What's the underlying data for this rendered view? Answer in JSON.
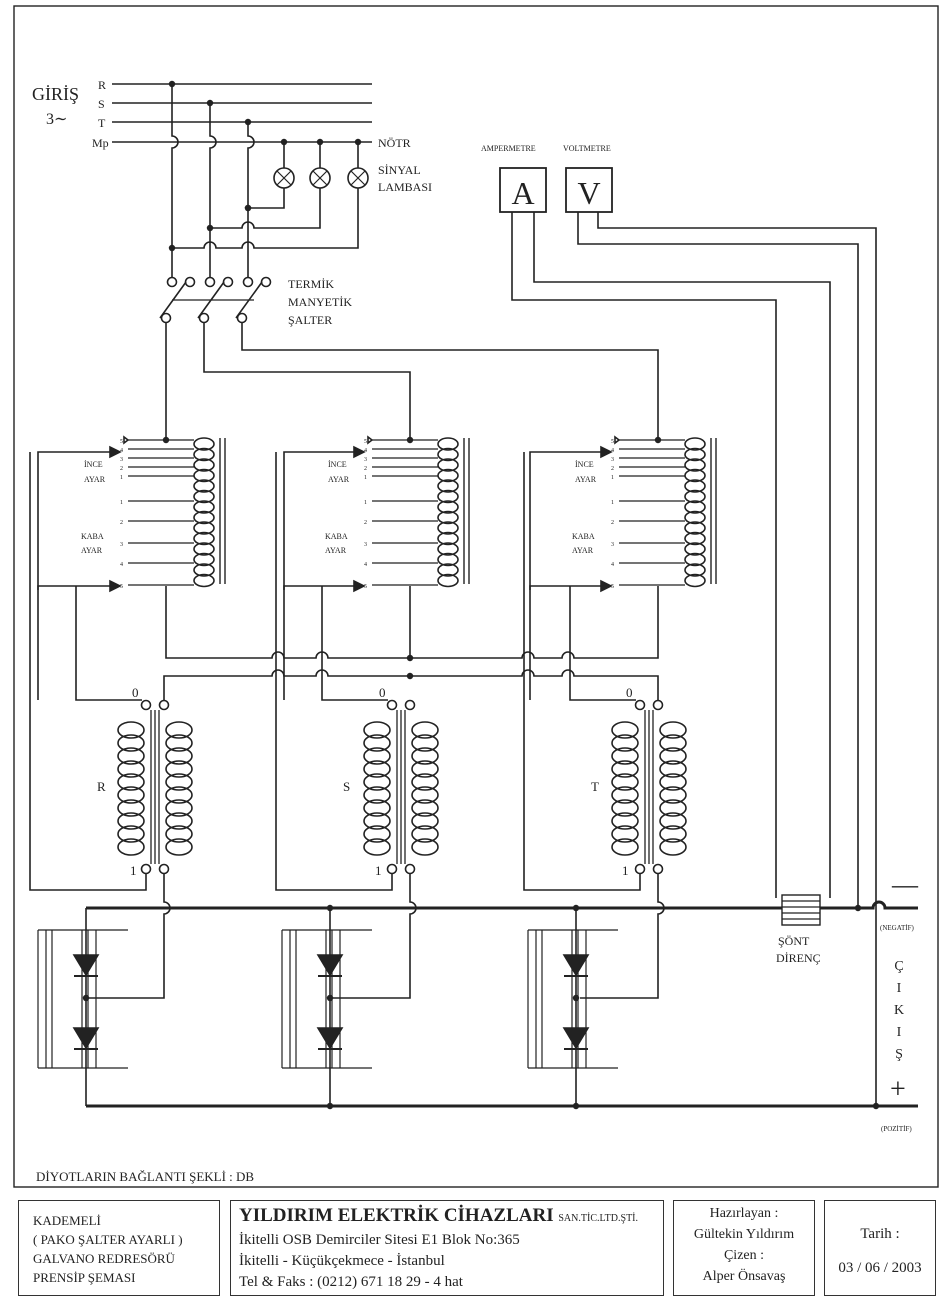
{
  "input": {
    "label": "GİRİŞ",
    "phase": "3∼",
    "lines": [
      "R",
      "S",
      "T",
      "Mp"
    ]
  },
  "neutral_label": "NÖTR",
  "signal_lamp": [
    "SİNYAL",
    "LAMBASI"
  ],
  "breaker": [
    "TERMİK",
    "MANYETİK",
    "ŞALTER"
  ],
  "meters": {
    "ammeter_label": "AMPERMETRE",
    "ammeter_symbol": "A",
    "voltmeter_label": "VOLTMETRE",
    "voltmeter_symbol": "V"
  },
  "tap_labels": {
    "fine": [
      "İNCE",
      "AYAR"
    ],
    "coarse": [
      "KABA",
      "AYAR"
    ],
    "numbers": [
      "5",
      "4",
      "3",
      "2",
      "1",
      "1",
      "2",
      "3",
      "4",
      "5"
    ]
  },
  "transformers": [
    {
      "name": "R",
      "start": "0",
      "end": "1"
    },
    {
      "name": "S",
      "start": "0",
      "end": "1"
    },
    {
      "name": "T",
      "start": "0",
      "end": "1"
    }
  ],
  "shunt": [
    "ŞÖNT",
    "DİRENÇ"
  ],
  "output": {
    "label": "ÇIKIŞ",
    "negative_sign": "—",
    "negative_label": "(NEGATİF)",
    "positive_sign": "+",
    "positive_label": "(POZİTİF)"
  },
  "diode_note": "DİYOTLARIN BAĞLANTI ŞEKLİ : DB",
  "title_block": {
    "description": [
      "KADEMELİ",
      "( PAKO ŞALTER AYARLI )",
      "GALVANO REDRESÖRÜ",
      "PRENSİP ŞEMASI"
    ],
    "company": "YILDIRIM ELEKTRİK CİHAZLARI",
    "company_suffix": "SAN.TİC.LTD.ŞTİ.",
    "address": [
      "İkitelli OSB Demirciler Sitesi E1 Blok No:365",
      "İkitelli - Küçükçekmece - İstanbul",
      "Tel & Faks : (0212) 671 18 29 - 4 hat"
    ],
    "prepared_label": "Hazırlayan :",
    "prepared_by": "Gültekin Yıldırım",
    "drawn_label": "Çizen :",
    "drawn_by": "Alper Önsavaş",
    "date_label": "Tarih :",
    "date": "03 / 06 / 2003"
  }
}
